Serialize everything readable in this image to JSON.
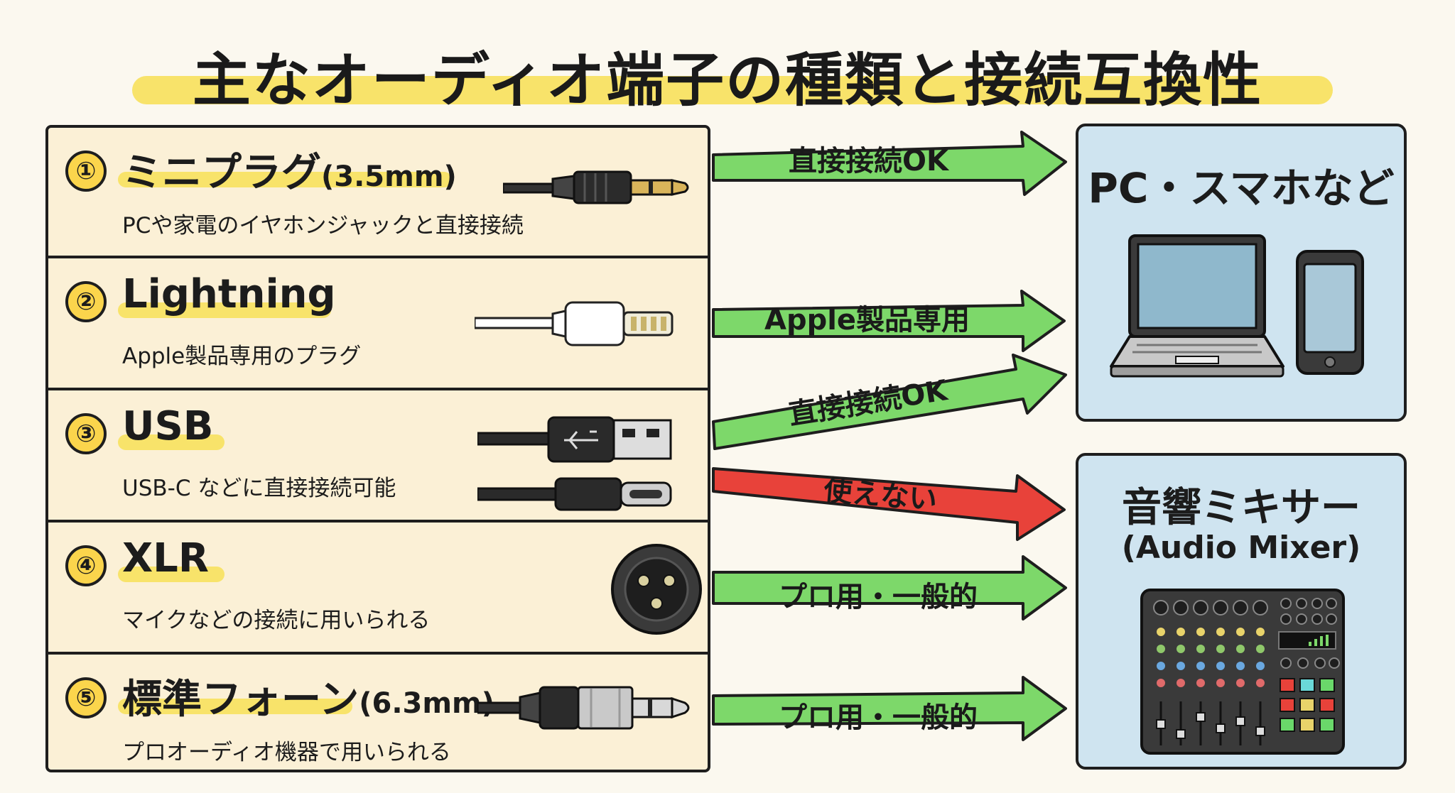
{
  "title": "主なオーディオ端子の種類と接続互換性",
  "connectors": [
    {
      "num": "①",
      "name": "ミニプラグ",
      "name_sub": "(3.5mm)",
      "desc": "PCや家電のイヤホンジャックと直接接続",
      "icon": "mini-plug-icon"
    },
    {
      "num": "②",
      "name": "Lightning",
      "name_sub": "",
      "desc": "Apple製品専用のプラグ",
      "icon": "lightning-plug-icon"
    },
    {
      "num": "③",
      "name": "USB",
      "name_sub": "",
      "desc": "USB-C などに直接接続可能",
      "icon": "usb-plug-icon"
    },
    {
      "num": "④",
      "name": "XLR",
      "name_sub": "",
      "desc": "マイクなどの接続に用いられる",
      "icon": "xlr-connector-icon"
    },
    {
      "num": "⑤",
      "name": "標準フォーン",
      "name_sub": "(6.3mm)",
      "desc": "プロオーディオ機器で用いられる",
      "icon": "phone-plug-icon"
    }
  ],
  "arrows": [
    {
      "label": "直接接続OK",
      "color": "#7dd86a"
    },
    {
      "label": "Apple製品専用",
      "color": "#7dd86a"
    },
    {
      "label": "直接接続OK",
      "color": "#7dd86a"
    },
    {
      "label": "使えない",
      "color": "#e8423a"
    },
    {
      "label": "プロ用・一般的",
      "color": "#7dd86a"
    },
    {
      "label": "プロ用・一般的",
      "color": "#7dd86a"
    }
  ],
  "targets": {
    "pc": {
      "title": "PC・スマホなど",
      "icons": [
        "laptop-icon",
        "smartphone-icon"
      ]
    },
    "mixer": {
      "title": "音響ミキサー",
      "subtitle": "(Audio Mixer)",
      "icons": [
        "audio-mixer-icon"
      ]
    }
  },
  "colors": {
    "ok": "#7dd86a",
    "ng": "#e8423a",
    "highlight": "#f8e36a",
    "panel": "#fbf0d6",
    "target_box": "#cfe4f0"
  }
}
